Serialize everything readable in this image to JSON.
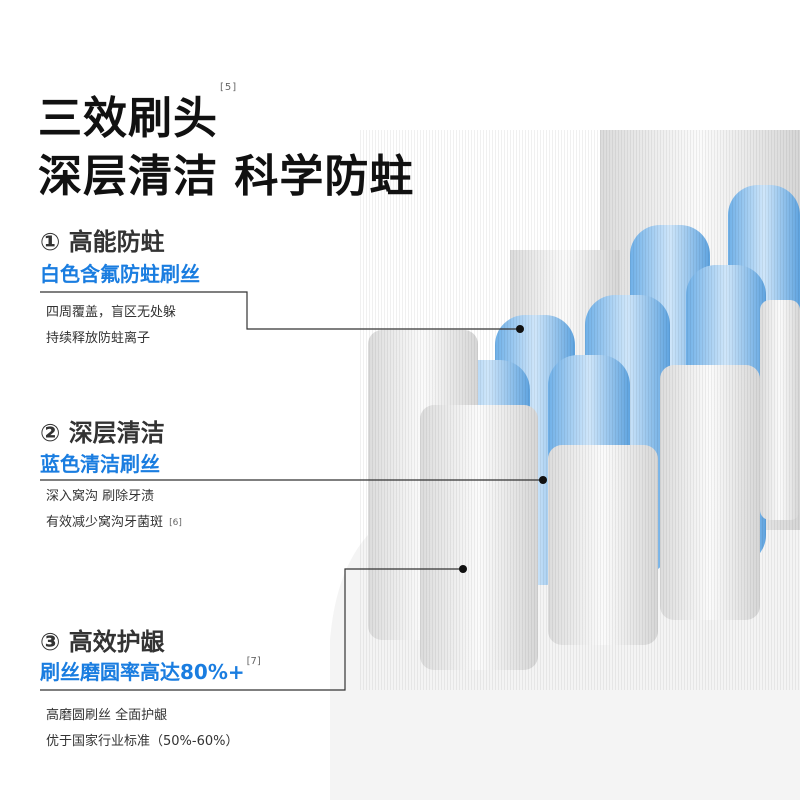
{
  "title": {
    "line1": "三效刷头",
    "line1_ref": "[5]",
    "line2": "深层清洁 科学防蛀"
  },
  "features": [
    {
      "num": "①",
      "heading": "高能防蛀",
      "subtitle": "白色含氟防蛀刷丝",
      "desc1": "四周覆盖，盲区无处躲",
      "desc2": "持续释放防蛀离子"
    },
    {
      "num": "②",
      "heading": "深层清洁",
      "subtitle": "蓝色清洁刷丝",
      "desc1": "深入窝沟 刷除牙渍",
      "desc2": "有效减少窝沟牙菌斑",
      "desc2_ref": "[6]"
    },
    {
      "num": "③",
      "heading": "高效护龈",
      "subtitle": "刷丝磨圆率高达80%+",
      "subtitle_ref": "[7]",
      "desc1": "高磨圆刷丝  全面护龈",
      "desc2": "优于国家行业标准（50%-60%）"
    }
  ],
  "colors": {
    "accent": "#1a7de0",
    "bristle_blue": "#8cc4f0",
    "bristle_white": "#f2f2f2"
  }
}
